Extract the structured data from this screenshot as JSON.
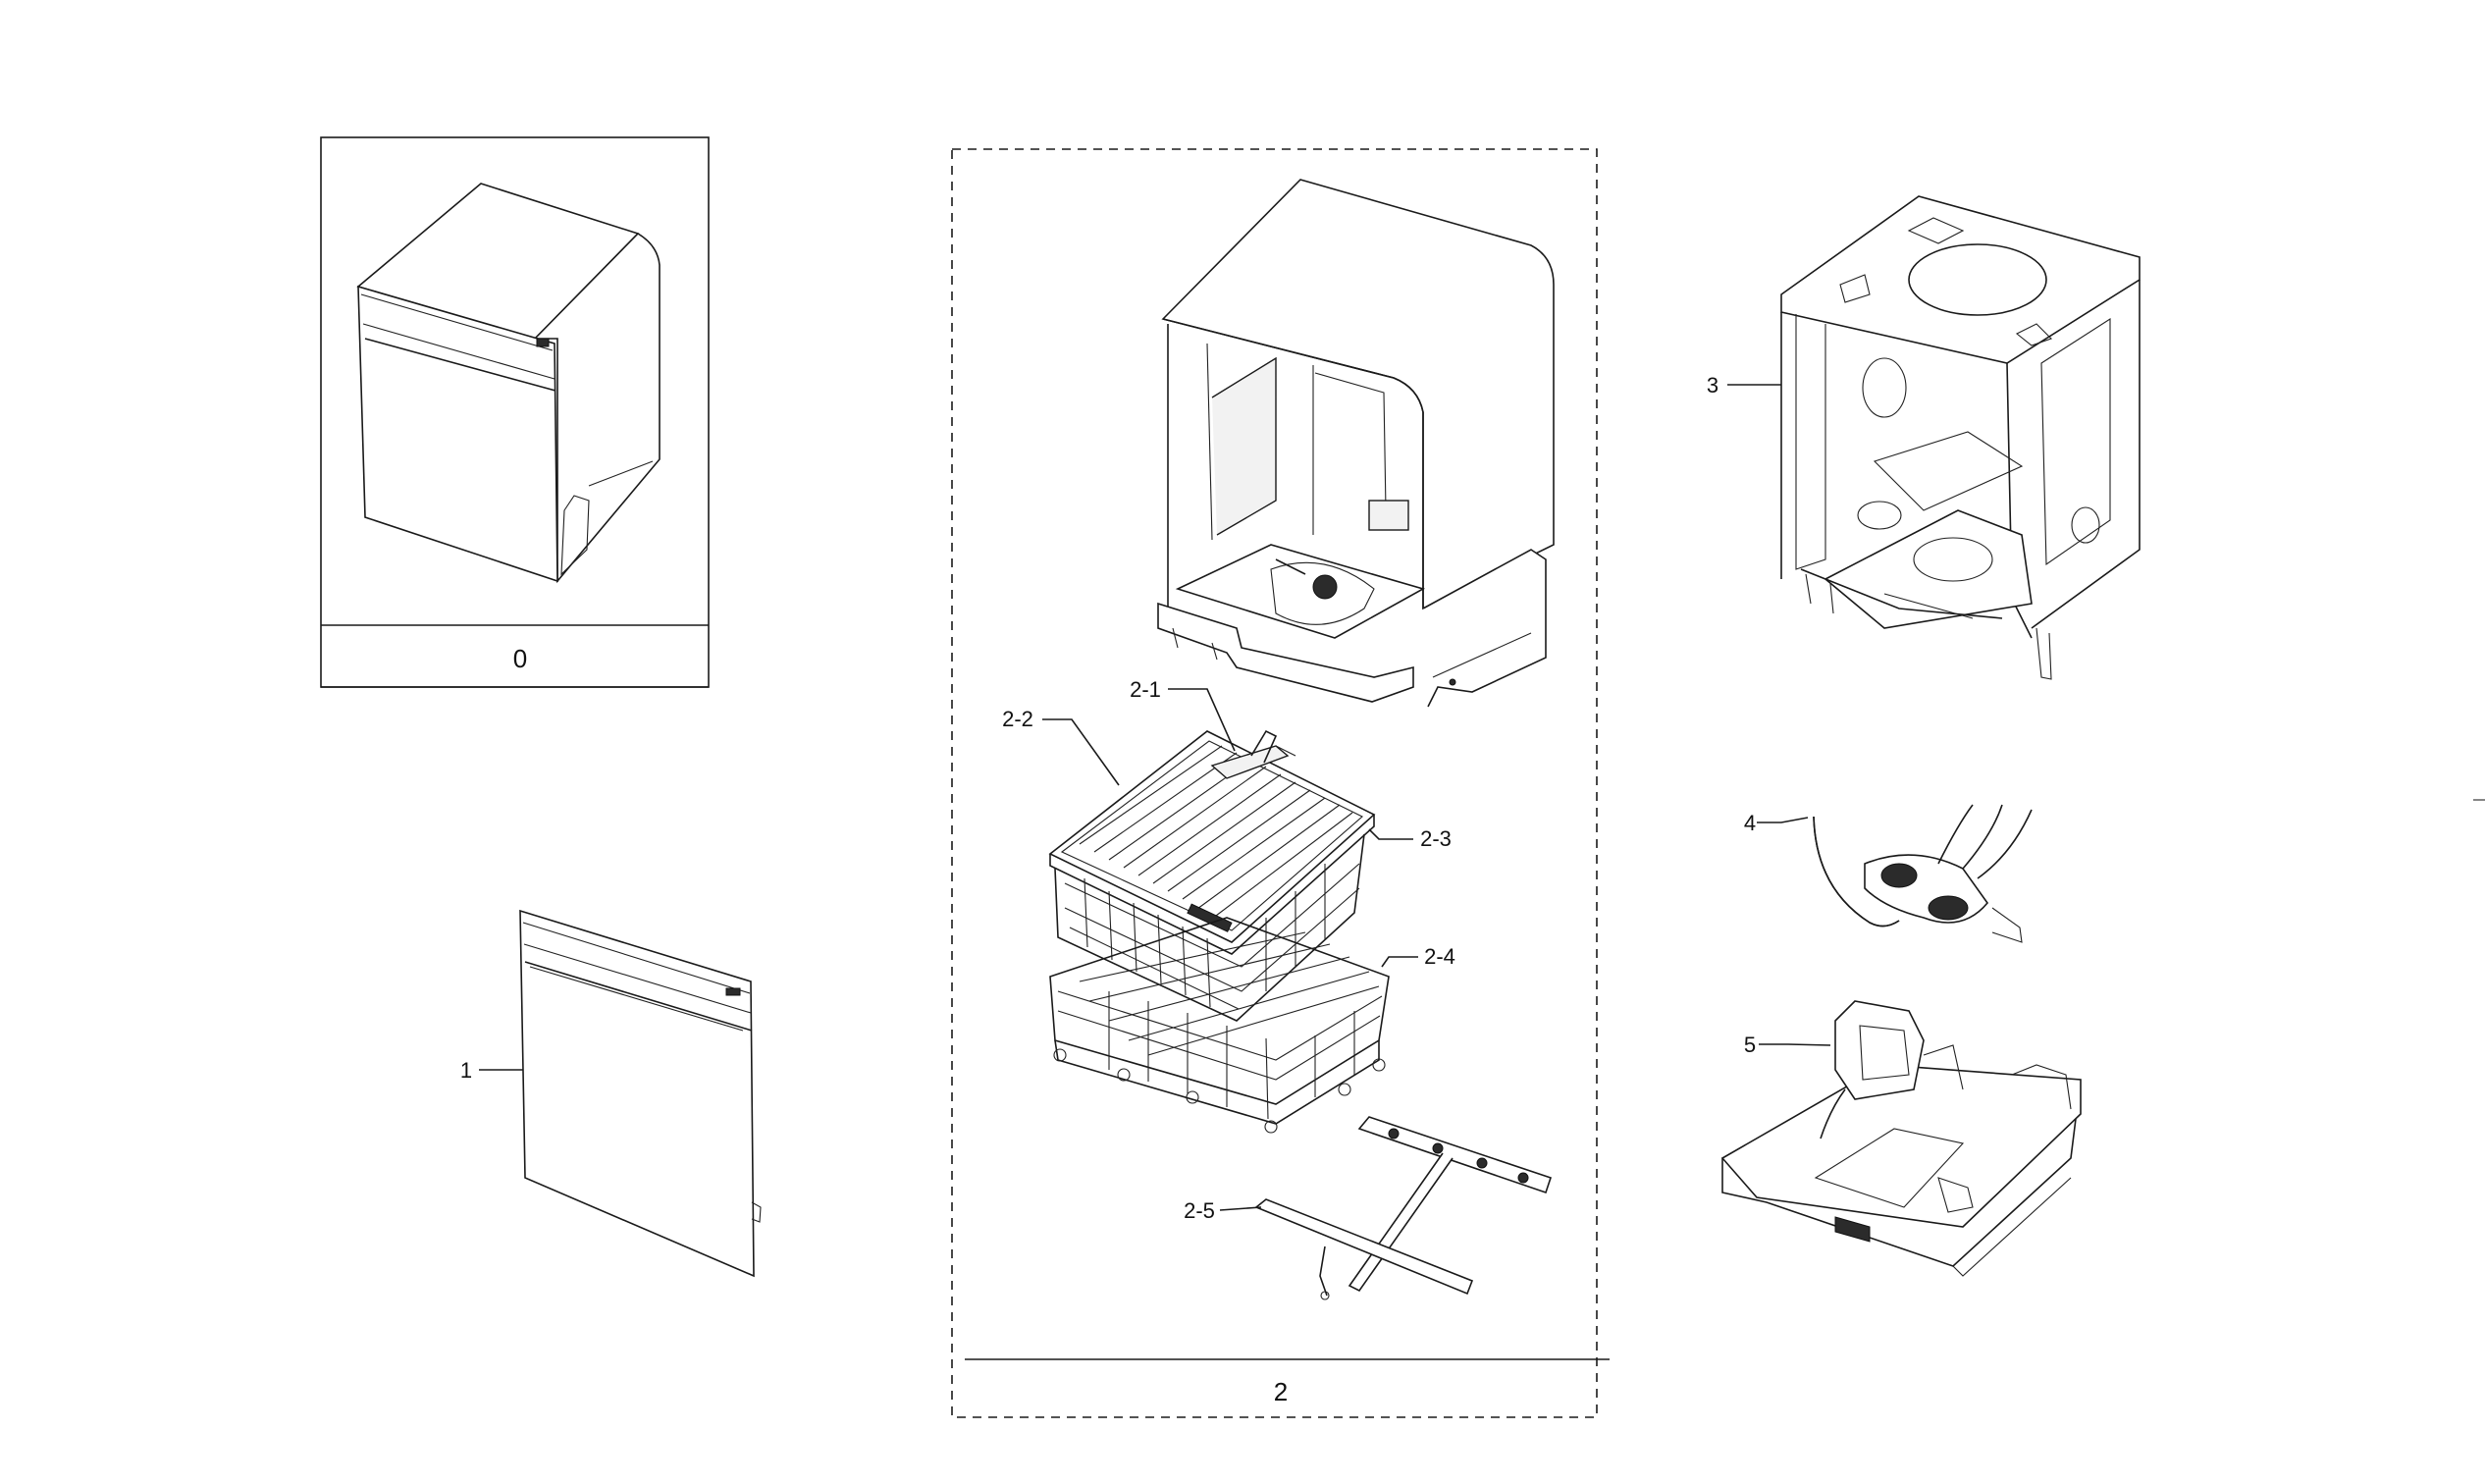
{
  "labels": {
    "p0": "0",
    "p1": "1",
    "p2": "2",
    "p2_1": "2-1",
    "p2_2": "2-2",
    "p2_3": "2-3",
    "p2_4": "2-4",
    "p2_5": "2-5",
    "p3": "3",
    "p4": "4",
    "p5": "5"
  },
  "parts": [
    {
      "id": "0",
      "depicts": "complete dishwasher assembly",
      "icon": "dishwasher-icon"
    },
    {
      "id": "1",
      "depicts": "door assembly",
      "icon": "door-panel-icon"
    },
    {
      "id": "2",
      "depicts": "cabinet and interior group",
      "icon": "cabinet-icon"
    },
    {
      "id": "2-1",
      "depicts": "upper spray arm",
      "icon": "spray-arm-icon"
    },
    {
      "id": "2-2",
      "depicts": "third rack",
      "icon": "rack-icon"
    },
    {
      "id": "2-3",
      "depicts": "upper rack",
      "icon": "rack-icon"
    },
    {
      "id": "2-4",
      "depicts": "lower rack",
      "icon": "rack-icon"
    },
    {
      "id": "2-5",
      "depicts": "lower spray arm",
      "icon": "spray-arm-icon"
    },
    {
      "id": "3",
      "depicts": "tub assembly",
      "icon": "tub-icon"
    },
    {
      "id": "4",
      "depicts": "hose and pump assembly",
      "icon": "hose-icon"
    },
    {
      "id": "5",
      "depicts": "base assembly",
      "icon": "base-icon"
    }
  ],
  "colors": {
    "line": "#1a1a1a",
    "background": "#ffffff"
  }
}
